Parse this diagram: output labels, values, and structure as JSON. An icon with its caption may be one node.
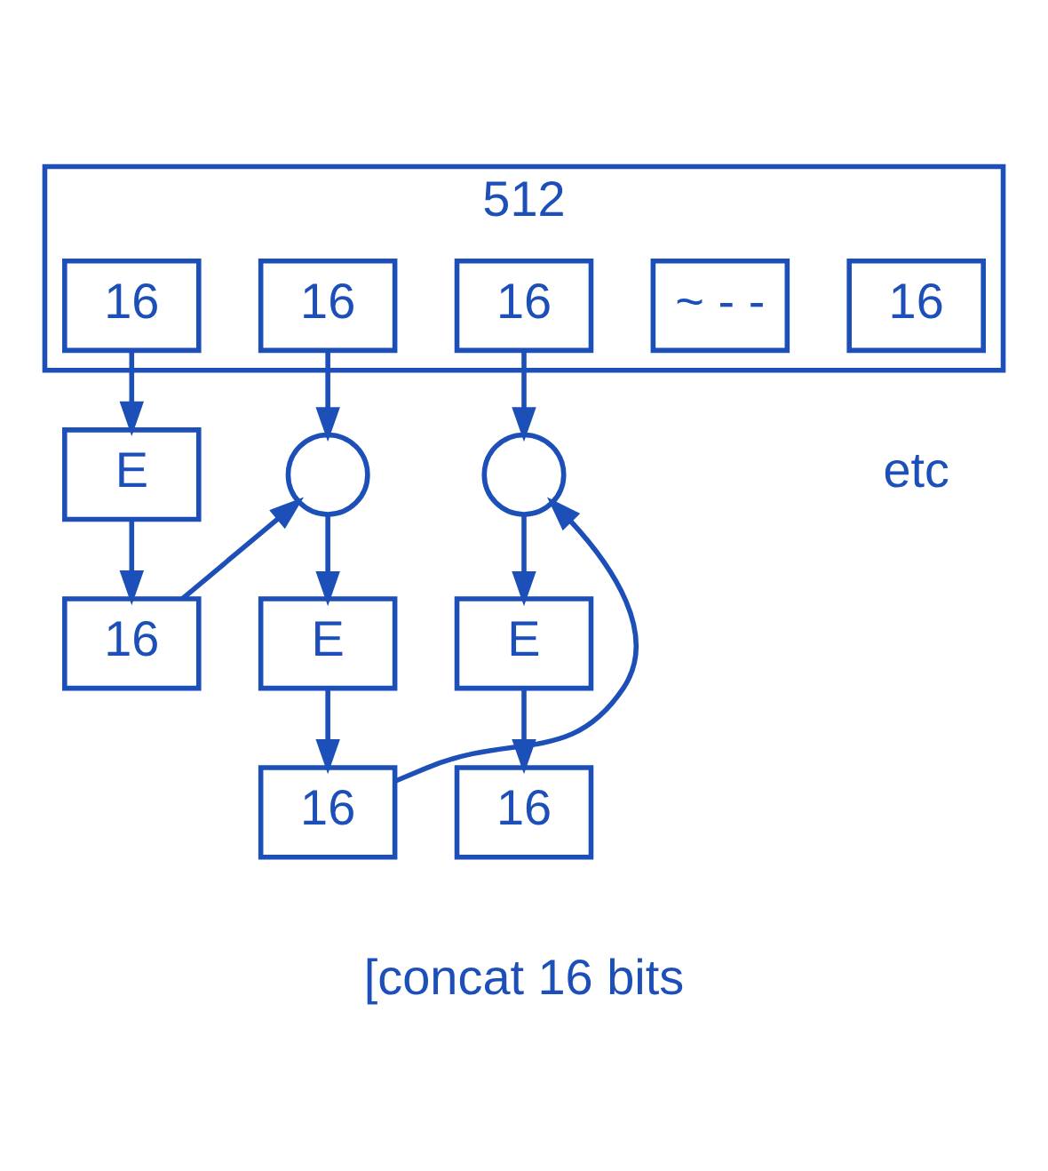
{
  "diagram": {
    "nodes": [
      {
        "text": [
          "512"
        ]
      },
      {
        "text": [
          "16"
        ],
        "in": 0
      },
      {
        "text": [
          "16"
        ],
        "in": 0
      },
      {
        "text": [
          "16"
        ],
        "in": 0
      },
      {
        "text": [
          "~ - -"
        ],
        "in": 0
      },
      {
        "text": [
          "16"
        ],
        "in": 0
      },
      {
        "text": [],
        "shape": "circle"
      },
      {
        "text": [],
        "shape": "circle"
      },
      {
        "text": [
          "E"
        ]
      },
      {
        "text": [
          "E"
        ]
      },
      {
        "text": [
          "E"
        ]
      },
      {
        "text": [
          "16"
        ]
      },
      {
        "text": [
          "16"
        ]
      },
      {
        "text": [
          "16"
        ]
      }
    ],
    "edges": [
      {
        "from": 1,
        "to": 8,
        "arrow": "to"
      },
      {
        "from": 2,
        "to": 6,
        "arrow": "to"
      },
      {
        "from": 3,
        "to": 7,
        "arrow": "to"
      },
      {
        "from": 6,
        "to": 9,
        "arrow": "to"
      },
      {
        "from": 7,
        "to": 10,
        "arrow": "to"
      },
      {
        "from": 8,
        "to": 11,
        "arrow": "to"
      },
      {
        "from": 9,
        "to": 12,
        "arrow": "to"
      },
      {
        "from": 10,
        "to": 13,
        "arrow": "to"
      },
      {
        "from": 11,
        "to": 6,
        "arrow": "to"
      },
      {
        "from": 12,
        "to": 7,
        "arrow": "to"
      }
    ],
    "labels": [
      "etc",
      "[concat 16 bits"
    ]
  }
}
